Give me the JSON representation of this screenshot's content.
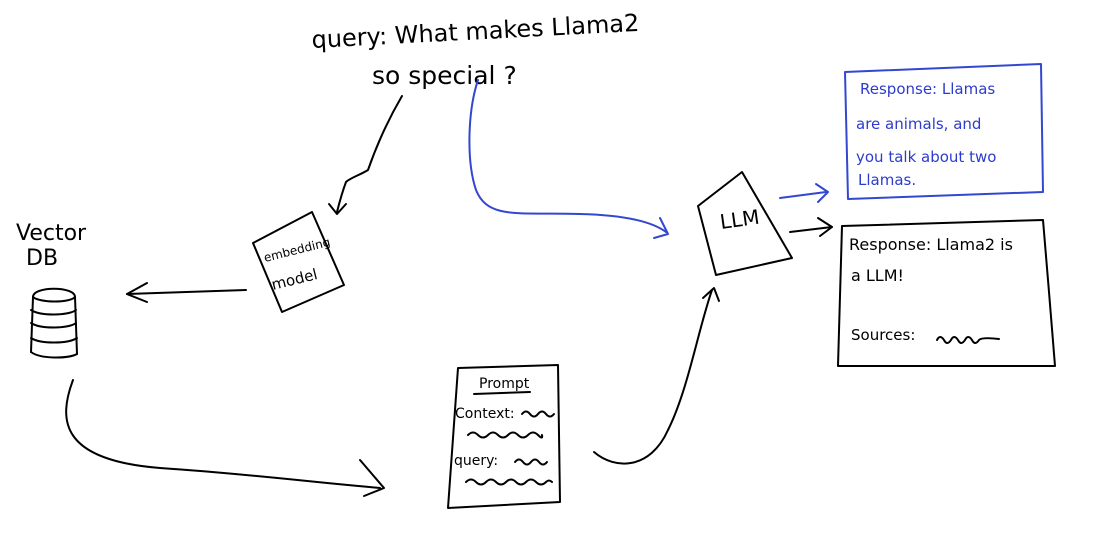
{
  "query": {
    "line1": "query: What makes Llama2",
    "line2": "so special ?"
  },
  "vector_db": {
    "line1": "Vector",
    "line2": "DB"
  },
  "embedding_model": {
    "line1": "embedding",
    "line2": "model"
  },
  "prompt": {
    "title": "Prompt",
    "context_label": "Context:",
    "query_label": "query:"
  },
  "llm": {
    "label": "LLM"
  },
  "response_wrong": {
    "line1": "Response: Llamas",
    "line2": "are animals, and",
    "line3": "you talk about two",
    "line4": "Llamas."
  },
  "response_right": {
    "line1": "Response: Llama2 is",
    "line2": "a LLM!",
    "sources_label": "Sources:"
  },
  "colors": {
    "ink": "#000000",
    "blue_ink": "#3347d1"
  }
}
